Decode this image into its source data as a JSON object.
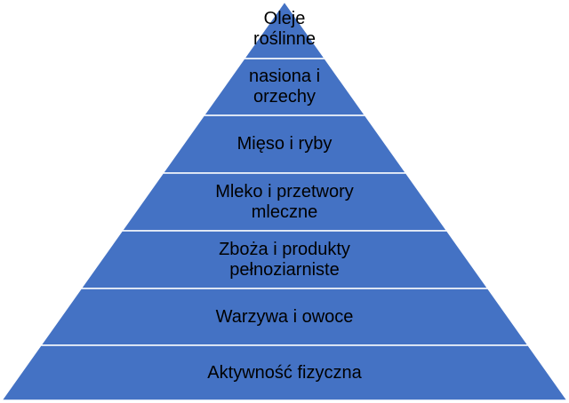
{
  "colors": {
    "layer_fill": "#4472C4",
    "separator": "#FFFFFF",
    "text": "#000000"
  },
  "pyramid": {
    "levels_top_to_bottom": [
      {
        "lines": [
          "Oleje",
          "roślinne"
        ]
      },
      {
        "lines": [
          "nasiona i",
          "orzechy"
        ]
      },
      {
        "lines": [
          "Mięso i ryby"
        ]
      },
      {
        "lines": [
          "Mleko i przetwory",
          "mleczne"
        ]
      },
      {
        "lines": [
          "Zboża i produkty",
          "pełnoziarniste"
        ]
      },
      {
        "lines": [
          "Warzywa i owoce"
        ]
      },
      {
        "lines": [
          "Aktywność fizyczna"
        ]
      }
    ]
  }
}
